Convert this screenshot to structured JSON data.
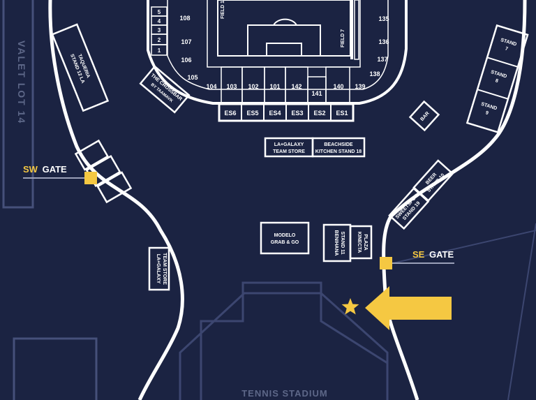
{
  "colors": {
    "background": "#1b2342",
    "line": "#ffffff",
    "gate": "#f5c842",
    "muted": "#5d6788"
  },
  "valet_lot": "VALET LOT 14",
  "fields": {
    "left": "FIELD 1",
    "right": "FIELD 7"
  },
  "sections_left": [
    "5",
    "4",
    "3",
    "2",
    "1"
  ],
  "sections_108_105": [
    "108",
    "107",
    "106",
    "105"
  ],
  "sections_bottom": [
    "104",
    "103",
    "102",
    "101",
    "142",
    "141",
    "140",
    "139"
  ],
  "sections_right": [
    "135",
    "136",
    "137",
    "138"
  ],
  "es_sections": [
    "ES6",
    "ES5",
    "ES4",
    "ES3",
    "ES2",
    "ES1"
  ],
  "stand_12": [
    "STAND 12 LA",
    "TAQUERIA"
  ],
  "crossbar": [
    "THE CROSSBAR",
    "BY TAAMAVK"
  ],
  "stands_right": [
    [
      "STAND",
      "7"
    ],
    [
      "STAND",
      "8"
    ],
    [
      "STAND",
      "9"
    ]
  ],
  "bar": "BAR",
  "team_store_center": [
    "LA+GALAXY",
    "TEAM STORE"
  ],
  "beachside": [
    "BEACHSIDE",
    "KITCHEN STAND 18"
  ],
  "beer": [
    "BEER",
    "STAND 10"
  ],
  "sweetspot": [
    "SWEETSPOT",
    "STAND 19"
  ],
  "modelo": [
    "MODELO",
    "GRAB & GO"
  ],
  "benihana": [
    "BENIHANA",
    "STAND 11"
  ],
  "kinecta": [
    "KINECTA",
    "PLAZA"
  ],
  "team_store_left": [
    "LA+GALAXY",
    "TEAM STORE"
  ],
  "sw_gate": {
    "prefix": "SW",
    "word": "GATE"
  },
  "se_gate": {
    "prefix": "SE",
    "word": "GATE"
  },
  "tennis_stadium": "TENNIS STADIUM"
}
